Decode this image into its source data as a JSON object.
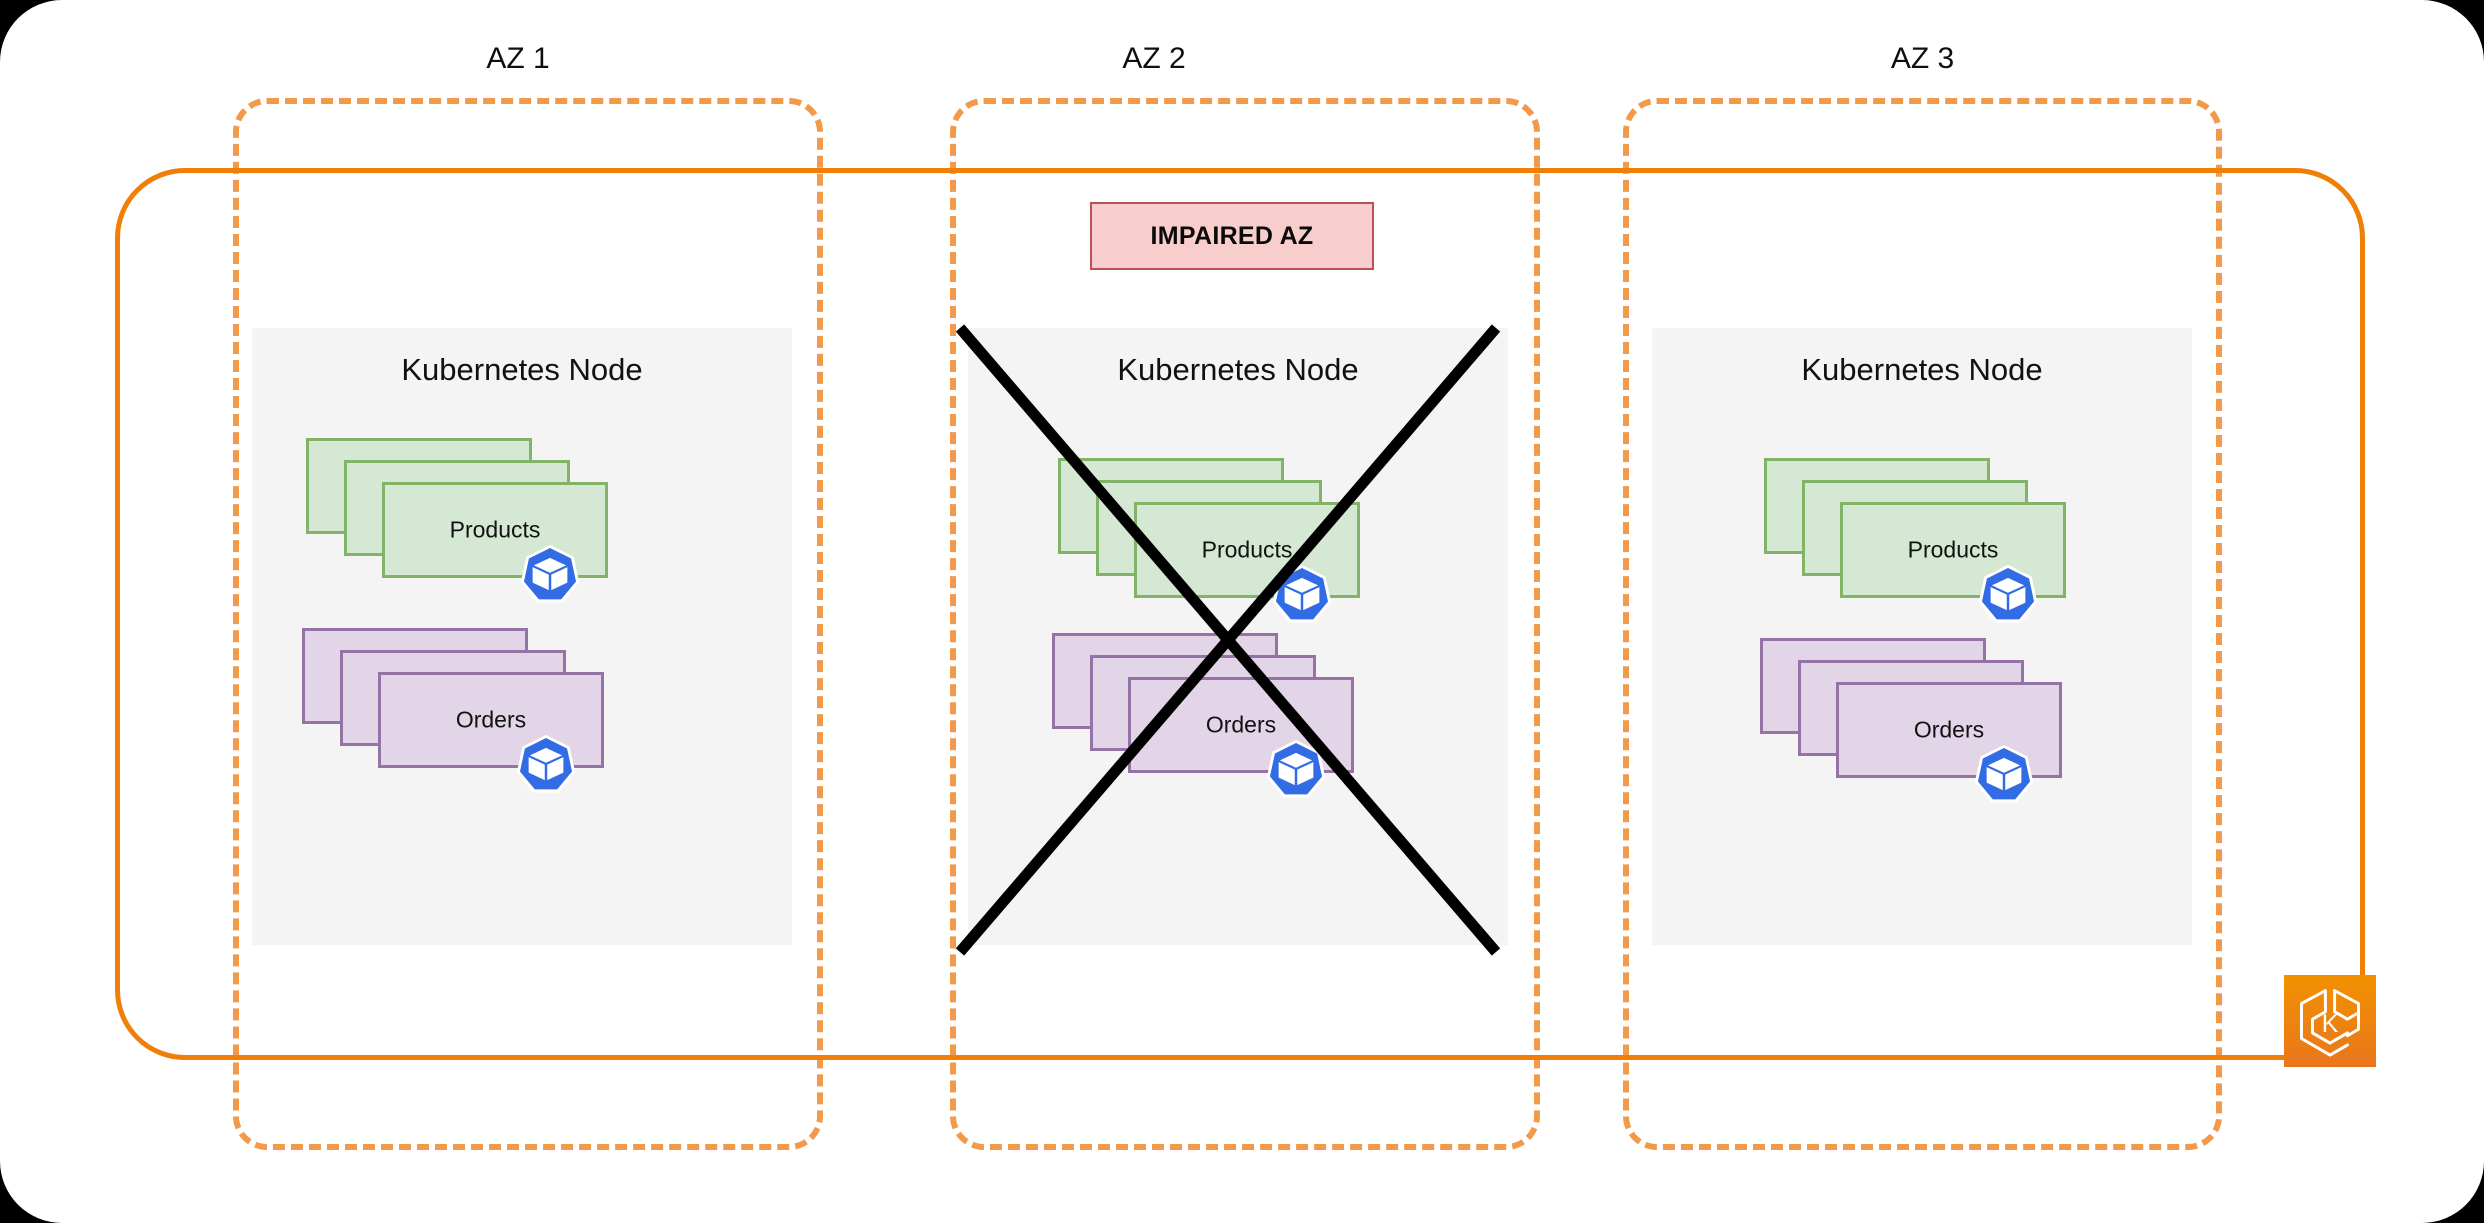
{
  "diagram": {
    "title": "Multi-AZ Kubernetes cluster with an impaired availability zone",
    "colors": {
      "cluster_boundary": "#f07f09",
      "az_dashed": "#f2994a",
      "node_fill": "#f4f4f4",
      "pod_green_fill": "#d5e8d4",
      "pod_green_border": "#82b366",
      "pod_purple_fill": "#e1d5e7",
      "pod_purple_border": "#9673a6",
      "impaired_fill": "#f8cecc",
      "impaired_border": "#b85450",
      "k8s_blue": "#326ce5",
      "eks_orange": "#ed7100",
      "failure_x": "#000000"
    },
    "zones": [
      {
        "label": "AZ 1",
        "impaired": false,
        "node": {
          "title": "Kubernetes Node",
          "stacks": [
            {
              "label": "Products",
              "color": "green",
              "replicas": 3,
              "icon": "kubernetes-icon"
            },
            {
              "label": "Orders",
              "color": "purple",
              "replicas": 3,
              "icon": "kubernetes-icon"
            }
          ]
        }
      },
      {
        "label": "AZ 2",
        "impaired": true,
        "banner": "IMPAIRED AZ",
        "node": {
          "title": "Kubernetes Node",
          "stacks": [
            {
              "label": "Products",
              "color": "green",
              "replicas": 3,
              "icon": "kubernetes-icon"
            },
            {
              "label": "Orders",
              "color": "purple",
              "replicas": 3,
              "icon": "kubernetes-icon"
            }
          ]
        }
      },
      {
        "label": "AZ 3",
        "impaired": false,
        "node": {
          "title": "Kubernetes Node",
          "stacks": [
            {
              "label": "Products",
              "color": "green",
              "replicas": 3,
              "icon": "kubernetes-icon"
            },
            {
              "label": "Orders",
              "color": "purple",
              "replicas": 3,
              "icon": "kubernetes-icon"
            }
          ]
        }
      }
    ],
    "cluster_badge": {
      "icon": "aws-eks-icon",
      "letter": "K"
    }
  }
}
